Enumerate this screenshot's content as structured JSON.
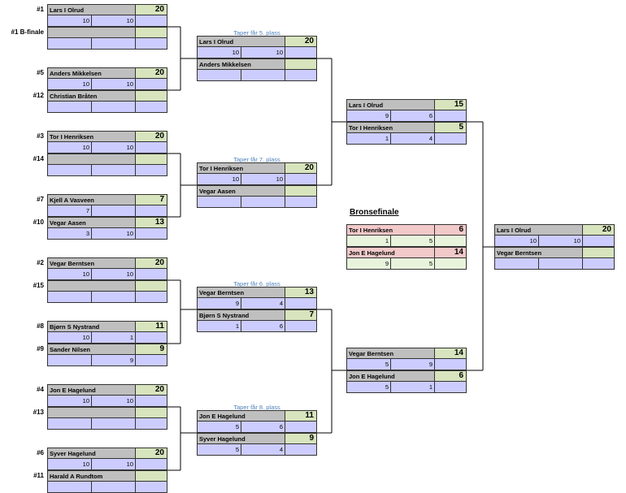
{
  "seeds": [
    "#1",
    "#1 B-finale",
    "#5",
    "#12",
    "#3",
    "#14",
    "#7",
    "#10",
    "#2",
    "#15",
    "#8",
    "#9",
    "#4",
    "#13",
    "#6",
    "#11"
  ],
  "notes": [
    "Taper får 5. plass",
    "Taper får 7. plass",
    "Taper får 6. plass",
    "Taper får 8. plass"
  ],
  "bronze_title": "Bronsefinale",
  "matches": [
    {
      "p1": {
        "name": "Lars I Olrud",
        "total": "20",
        "s1": "10",
        "s2": "10"
      },
      "p2": {
        "name": "",
        "total": "",
        "s1": "",
        "s2": ""
      }
    },
    {
      "p1": {
        "name": "Anders Mikkelsen",
        "total": "20",
        "s1": "10",
        "s2": "10"
      },
      "p2": {
        "name": "Christian Bråten",
        "total": "",
        "s1": "",
        "s2": ""
      }
    },
    {
      "p1": {
        "name": "Tor I Henriksen",
        "total": "20",
        "s1": "10",
        "s2": "10"
      },
      "p2": {
        "name": "",
        "total": "",
        "s1": "",
        "s2": ""
      }
    },
    {
      "p1": {
        "name": "Kjell A Vasveen",
        "total": "7",
        "s1": "7",
        "s2": ""
      },
      "p2": {
        "name": "Vegar Aasen",
        "total": "13",
        "s1": "3",
        "s2": "10"
      }
    },
    {
      "p1": {
        "name": "Vegar Berntsen",
        "total": "20",
        "s1": "10",
        "s2": "10"
      },
      "p2": {
        "name": "",
        "total": "",
        "s1": "",
        "s2": ""
      }
    },
    {
      "p1": {
        "name": "Bjørn S Nystrand",
        "total": "11",
        "s1": "10",
        "s2": "1"
      },
      "p2": {
        "name": "Sander Nilsen",
        "total": "9",
        "s1": "",
        "s2": "9"
      }
    },
    {
      "p1": {
        "name": "Jon E Hagelund",
        "total": "20",
        "s1": "10",
        "s2": "10"
      },
      "p2": {
        "name": "",
        "total": "",
        "s1": "",
        "s2": ""
      }
    },
    {
      "p1": {
        "name": "Syver Hagelund",
        "total": "20",
        "s1": "10",
        "s2": "10"
      },
      "p2": {
        "name": "Harald A Rundtom",
        "total": "",
        "s1": "",
        "s2": ""
      }
    },
    {
      "p1": {
        "name": "Lars I Olrud",
        "total": "20",
        "s1": "10",
        "s2": "10"
      },
      "p2": {
        "name": "Anders Mikkelsen",
        "total": "",
        "s1": "",
        "s2": ""
      }
    },
    {
      "p1": {
        "name": "Tor I Henriksen",
        "total": "20",
        "s1": "10",
        "s2": "10"
      },
      "p2": {
        "name": "Vegar Aasen",
        "total": "",
        "s1": "",
        "s2": ""
      }
    },
    {
      "p1": {
        "name": "Vegar Berntsen",
        "total": "13",
        "s1": "9",
        "s2": "4"
      },
      "p2": {
        "name": "Bjørn S Nystrand",
        "total": "7",
        "s1": "1",
        "s2": "6"
      }
    },
    {
      "p1": {
        "name": "Jon E Hagelund",
        "total": "11",
        "s1": "5",
        "s2": "6"
      },
      "p2": {
        "name": "Syver Hagelund",
        "total": "9",
        "s1": "5",
        "s2": "4"
      }
    },
    {
      "p1": {
        "name": "Lars I Olrud",
        "total": "15",
        "s1": "9",
        "s2": "6"
      },
      "p2": {
        "name": "Tor I Henriksen",
        "total": "5",
        "s1": "1",
        "s2": "4"
      }
    },
    {
      "p1": {
        "name": "Vegar Berntsen",
        "total": "14",
        "s1": "5",
        "s2": "9"
      },
      "p2": {
        "name": "Jon E Hagelund",
        "total": "6",
        "s1": "5",
        "s2": "1"
      }
    },
    {
      "p1": {
        "name": "Tor I Henriksen",
        "total": "6",
        "s1": "1",
        "s2": "5"
      },
      "p2": {
        "name": "Jon E Hagelund",
        "total": "14",
        "s1": "9",
        "s2": "5"
      }
    },
    {
      "p1": {
        "name": "Lars I Olrud",
        "total": "20",
        "s1": "10",
        "s2": "10"
      },
      "p2": {
        "name": "Vegar Berntsen",
        "total": "",
        "s1": "",
        "s2": ""
      }
    }
  ]
}
